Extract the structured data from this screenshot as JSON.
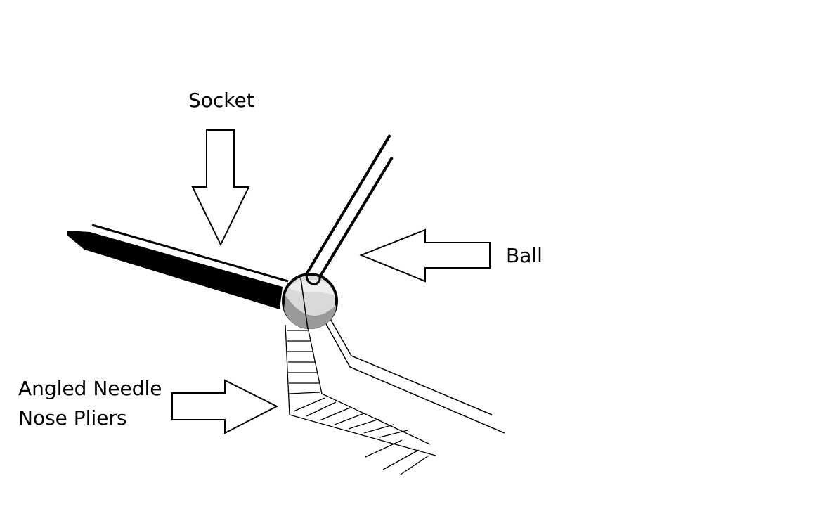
{
  "labels": {
    "socket": "Socket",
    "ball": "Ball",
    "pliers_line1": "Angled Needle",
    "pliers_line2": "Nose Pliers"
  },
  "colors": {
    "ink": "#000000",
    "background": "#ffffff",
    "ball_light": "#e6e6e6",
    "ball_mid": "#b5b5b5",
    "ball_dark": "#8f8f8f"
  }
}
